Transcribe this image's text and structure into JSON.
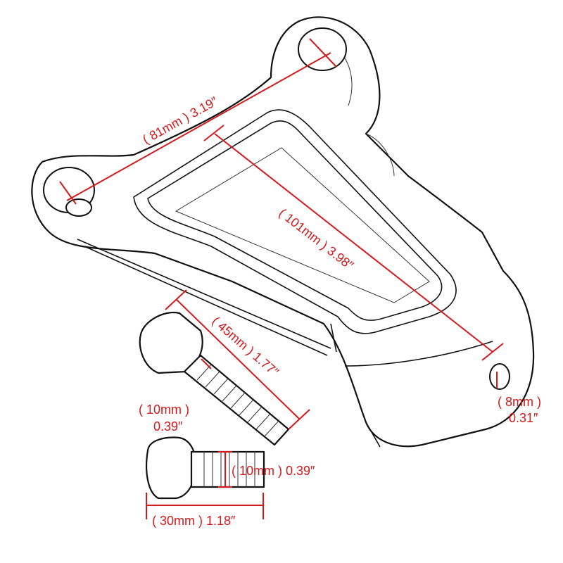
{
  "colors": {
    "dimension": "#d41a1a",
    "outline": "#111111",
    "background": "#ffffff"
  },
  "dimensions": {
    "bracket_hole_spacing": "( 81mm ) 3.19″",
    "bracket_length": "( 101mm ) 3.98″",
    "bracket_thickness": "( 8mm )",
    "bracket_thickness_in": "0.31″",
    "long_bolt_length": "( 45mm ) 1.77″",
    "long_bolt_head": "( 10mm )",
    "long_bolt_head_in": "0.39″",
    "short_bolt_diameter": "( 10mm ) 0.39″",
    "short_bolt_length": "( 30mm ) 1.18″"
  }
}
